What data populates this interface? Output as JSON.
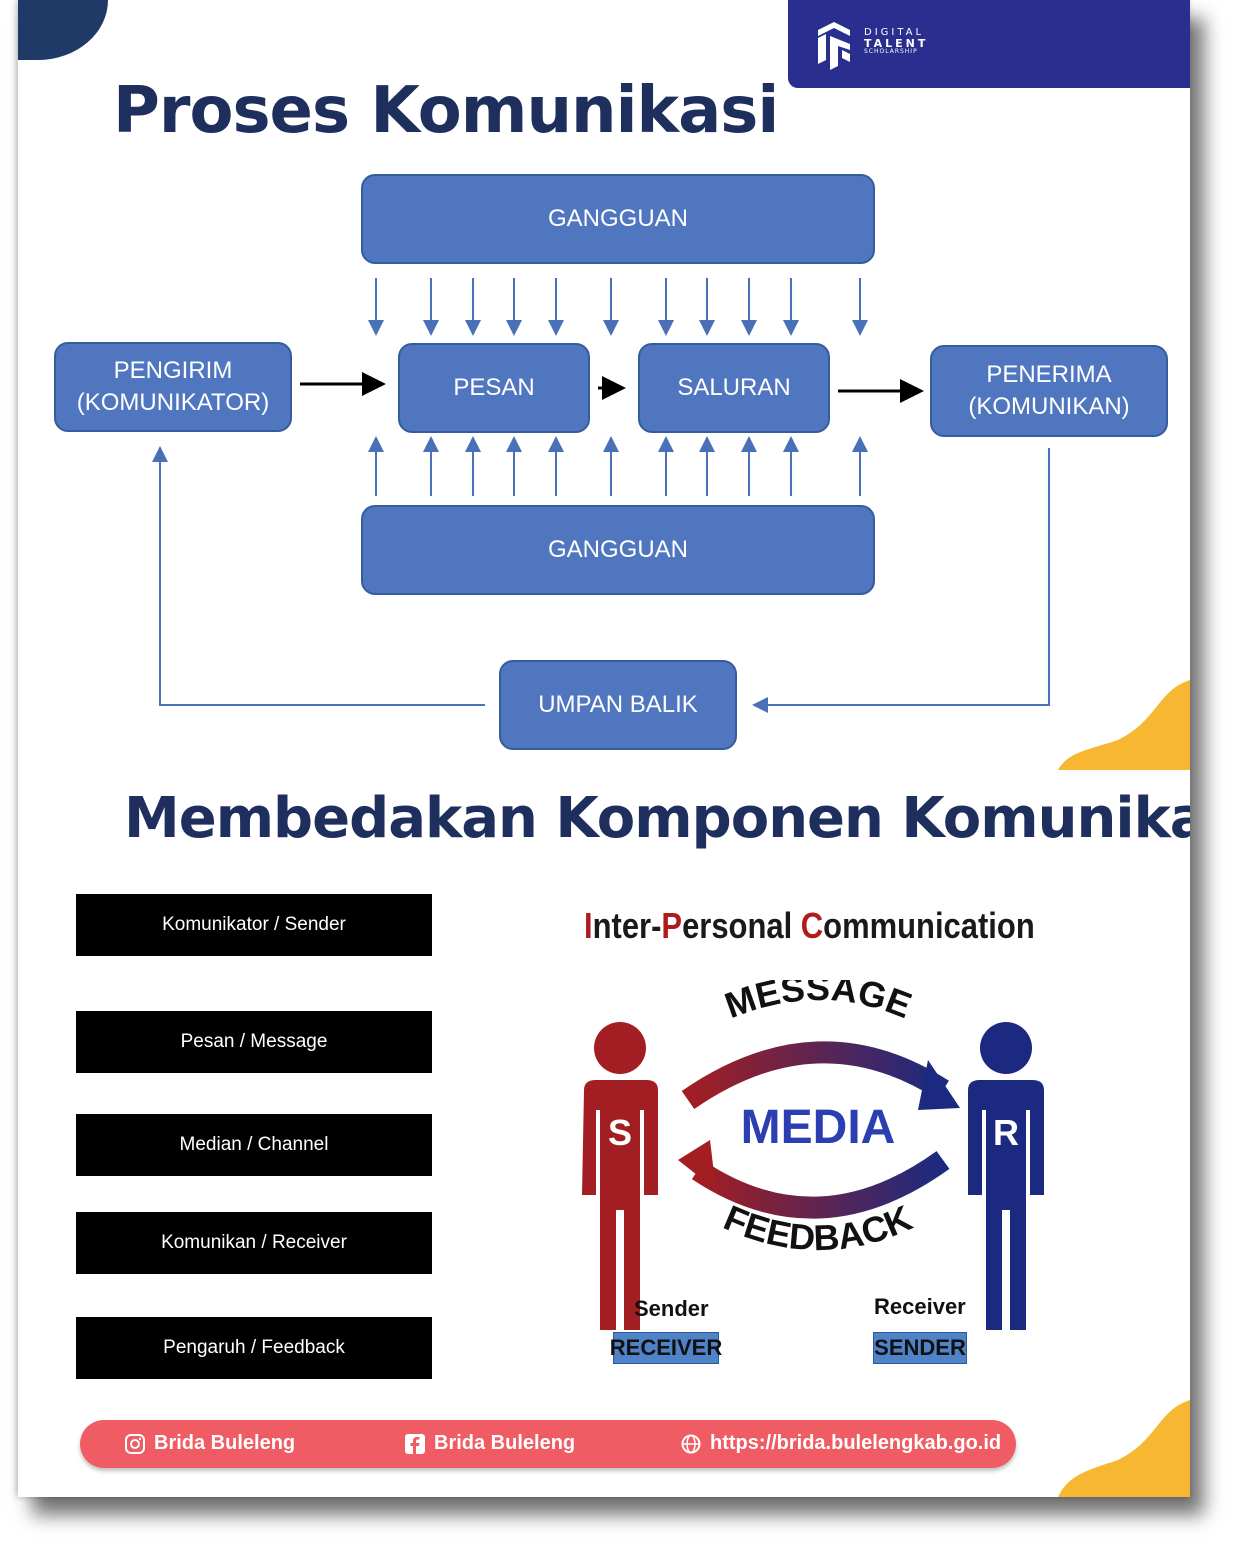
{
  "brand": {
    "line1": "DIGITAL",
    "line2": "TALENT",
    "line3": "SCHOLARSHIP"
  },
  "title1": "Proses Komunikasi",
  "diagram": {
    "noise_top": "GANGGUAN",
    "noise_bottom": "GANGGUAN",
    "sender": "PENGIRIM\n(KOMUNIKATOR)",
    "message": "PESAN",
    "channel": "SALURAN",
    "receiver": "PENERIMA\n(KOMUNIKAN)",
    "feedback": "UMPAN BALIK"
  },
  "title2": "Membedakan Komponen Komunikasi",
  "components": [
    "Komunikator / Sender",
    "Pesan / Message",
    "Median / Channel",
    "Komunikan / Receiver",
    "Pengaruh / Feedback"
  ],
  "ipc": {
    "title_parts": [
      "I",
      "nter-",
      "P",
      "ersonal ",
      "C",
      "ommunication"
    ],
    "message": "MESSAGE",
    "media": "MEDIA",
    "feedback": "FEEDBACK",
    "s_letter": "S",
    "r_letter": "R",
    "sender_label": "Sender",
    "sender_tag": "RECEIVER",
    "receiver_label": "Receiver",
    "receiver_tag": "SENDER"
  },
  "footer": {
    "instagram": "Brida Buleleng",
    "facebook": "Brida Buleleng",
    "website": "https://brida.bulelengkab.go.id"
  },
  "colors": {
    "title": "#1e2f5e",
    "box": "#4f76bf",
    "sender_red": "#a31e22",
    "receiver_blue": "#1b2a80",
    "footer": "#ef5c63",
    "accent_yellow": "#f7b733"
  }
}
